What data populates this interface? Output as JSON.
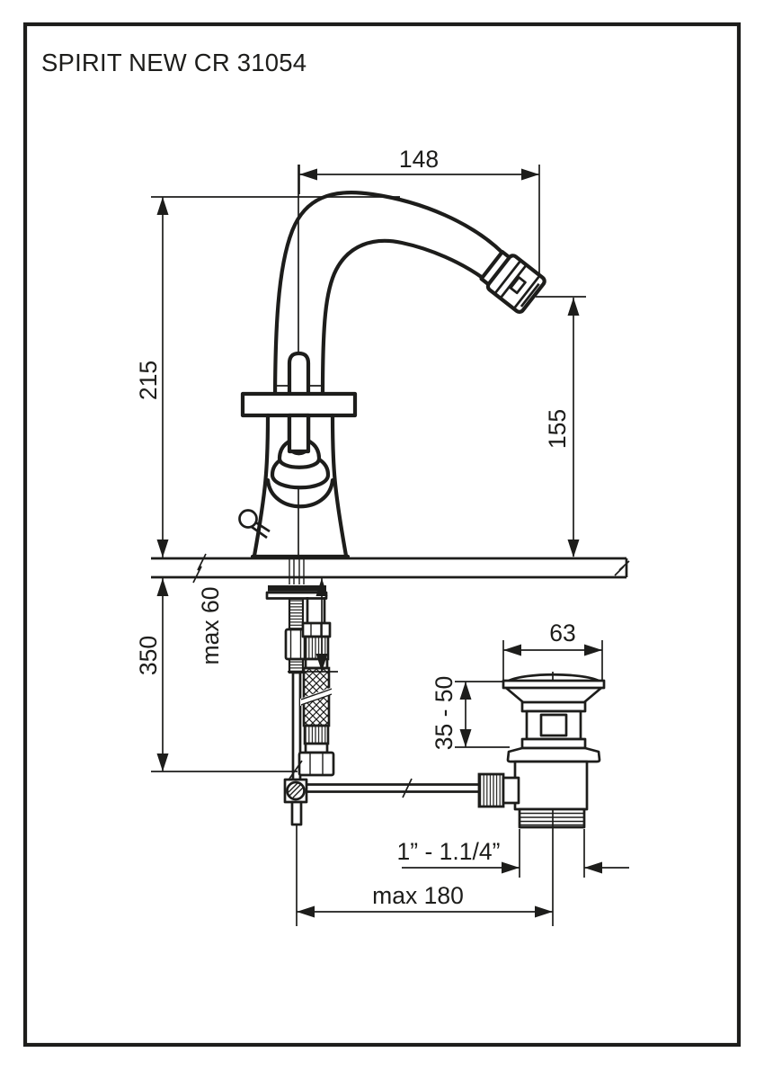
{
  "page": {
    "title": "SPIRIT NEW CR 31054"
  },
  "drawing": {
    "subject": "bidet mixer tap with pop-up waste, dimensioned side view",
    "units": "mm",
    "ink_color": "#1d1d1b",
    "background_color": "#ffffff"
  },
  "dimensions": {
    "spout_reach": "148",
    "body_height": "215",
    "spout_outlet_height": "155",
    "below_deck_length": "350",
    "max_deck_thickness": "max 60",
    "waste_flange_diameter": "63",
    "waste_adjust_range": "35 - 50",
    "waste_thread_size": "1” - 1.1/4”",
    "max_drain_distance": "max 180"
  }
}
